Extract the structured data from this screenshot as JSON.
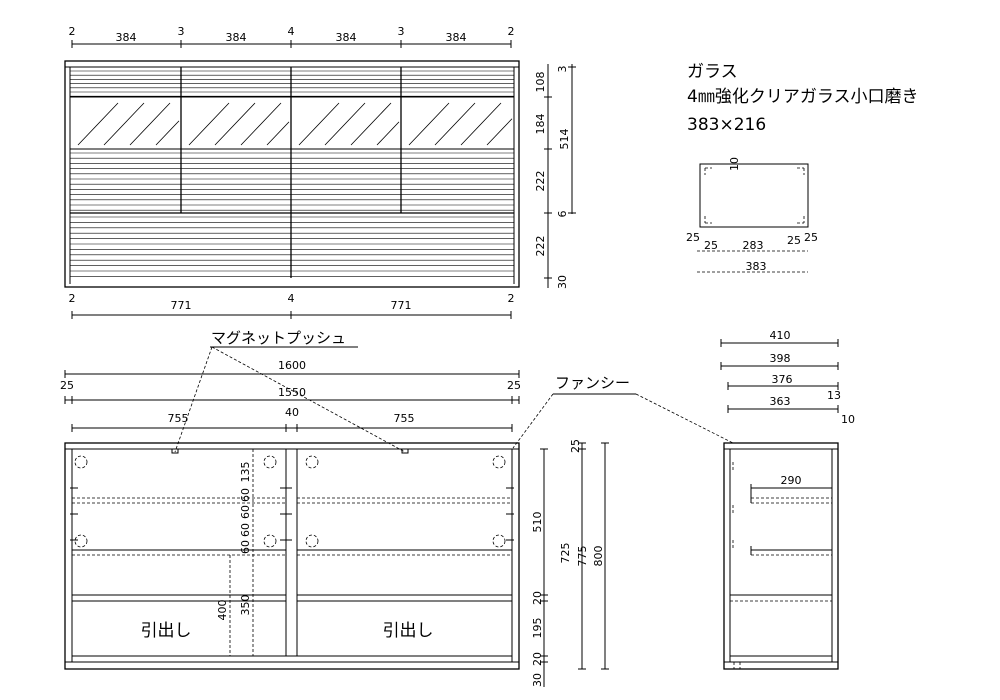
{
  "glass": {
    "title": "ガラス",
    "spec": "4㎜強化クリアガラス小口磨き",
    "size": "383×216",
    "dims": {
      "d10": "10",
      "d25a": "25",
      "d25b": "25",
      "d283": "283",
      "d25c": "25",
      "d25d": "25",
      "d383": "383"
    }
  },
  "front_top": {
    "dims_top": [
      "2",
      "384",
      "3",
      "384",
      "4",
      "384",
      "3",
      "384",
      "2"
    ],
    "dims_bottom": [
      "2",
      "771",
      "4",
      "771",
      "2"
    ],
    "dims_right_a": [
      "108",
      "184",
      "222",
      "6",
      "222",
      "30"
    ],
    "dims_right_b": [
      "3",
      "514"
    ]
  },
  "labels": {
    "magnet": "マグネットプッシュ",
    "fancy": "ファンシー",
    "drawer_left": "引出し",
    "drawer_right": "引出し"
  },
  "bottom_front": {
    "dims_top": {
      "w1600": "1600",
      "l25": "25",
      "r25": "25",
      "w1550": "1550",
      "w755a": "755",
      "w40": "40",
      "w755b": "755"
    },
    "dims_inner": {
      "d135": "135",
      "d60a": "60",
      "d60b": "60",
      "d60c": "60",
      "d60d": "60",
      "d400": "400",
      "d350": "350"
    },
    "dims_right": {
      "d25": "25",
      "d510": "510",
      "d725": "725",
      "d775": "775",
      "d800": "800",
      "d20a": "20",
      "d195": "195",
      "d20b": "20",
      "d30": "30"
    }
  },
  "side": {
    "dims": {
      "d410": "410",
      "d398": "398",
      "d376": "376",
      "d363": "363",
      "d13": "13",
      "d10": "10",
      "d290": "290"
    }
  }
}
